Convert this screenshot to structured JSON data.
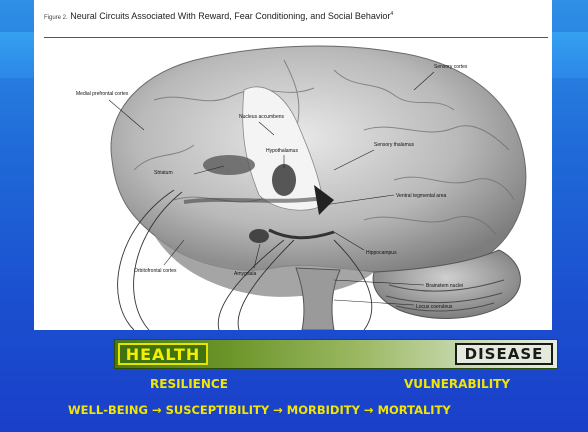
{
  "figure": {
    "number_label": "Figure 2.",
    "caption": "Neural Circuits Associated With Reward, Fear Conditioning, and Social Behavior",
    "caption_ref": "4",
    "labels": {
      "medial_prefrontal_cortex": "Medial prefrontal cortex",
      "sensory_cortex": "Sensory cortex",
      "nucleus_accumbens": "Nucleus accumbens",
      "sensory_thalamus": "Sensory thalamus",
      "striatum": "Striatum",
      "hypothalamus": "Hypothalamus",
      "ventral_tegmental_area": "Ventral tegmental area",
      "amygdala": "Amygdala",
      "hippocampus": "Hippocampus",
      "orbitofrontal_cortex": "Orbitofrontal cortex",
      "brainstem_nuclei": "Brainstem nuclei",
      "locus_coeruleus": "Locus coeruleus"
    }
  },
  "spectrum": {
    "left_label": "HEALTH",
    "right_label": "DISEASE"
  },
  "headings": {
    "left": "RESILIENCE",
    "right": "VULNERABILITY"
  },
  "pathway": [
    "WELL-BEING",
    "SUSCEPTIBILITY",
    "MORBIDITY",
    "MORTALITY"
  ],
  "arrow_glyph": "→",
  "colors": {
    "background": "#1f6ad8",
    "text_yellow": "#f2e600",
    "health_green": "#3f7310",
    "disease_gray": "#e4ebdc"
  }
}
